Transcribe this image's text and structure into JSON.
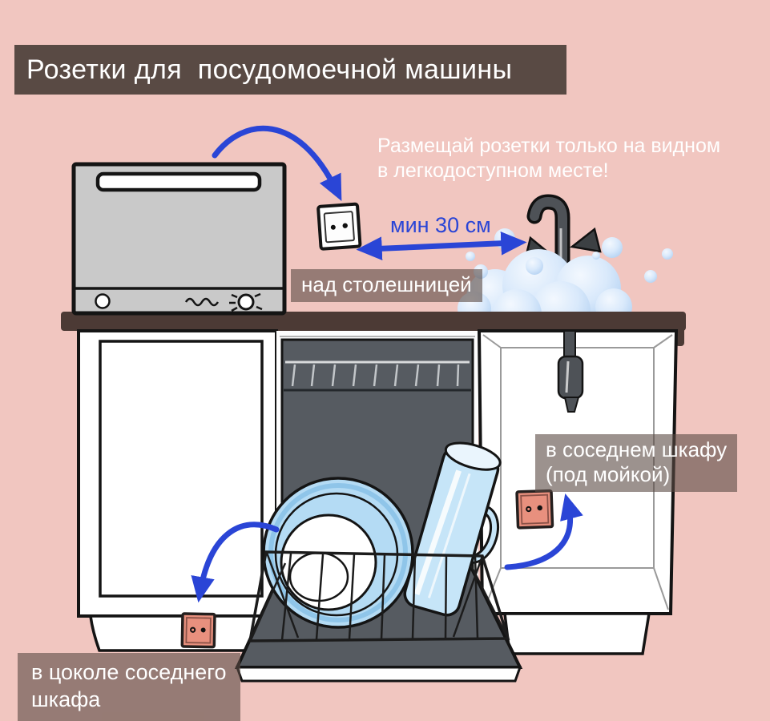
{
  "title": {
    "text": "Розетки для  посудомоечной машины"
  },
  "hint": {
    "line1": "Размещай розетки только на видном",
    "line2": "в легкодоступном месте!"
  },
  "measurement": {
    "label": "мин 30 см"
  },
  "labels": {
    "above_counter": "над столешницей",
    "adjacent_cabinet_line1": "в соседнем шкафу",
    "adjacent_cabinet_line2": "(под мойкой)",
    "plinth_line1": "в цоколе соседнего",
    "plinth_line2": "шкафа"
  },
  "scene": {
    "objects": [
      "countertop-dishwasher",
      "outlet-above-counter",
      "distance-arrow",
      "sink-foam-with-faucet",
      "countertop",
      "left-cabinet",
      "open-built-in-dishwasher-with-dishes",
      "under-sink-cabinet-with-drain",
      "outlet-in-cabinet",
      "outlet-in-plinth",
      "pointer-arrows"
    ]
  },
  "colors": {
    "bg": "#f1c6c0",
    "title_bar": "#594a44",
    "label_bg": "rgba(90,73,66,0.60)",
    "accent_blue": "#2a45d6",
    "outlet_salmon": "#e8907e",
    "countertop": "#4c3a35",
    "appliance_gray": "#c9c9c9",
    "interior_gray": "#565b61",
    "steel": "#4e5257",
    "dish_blue": "#b4dbf4",
    "cup_blue": "#c6e5f8",
    "text_white": "#ffffff"
  }
}
